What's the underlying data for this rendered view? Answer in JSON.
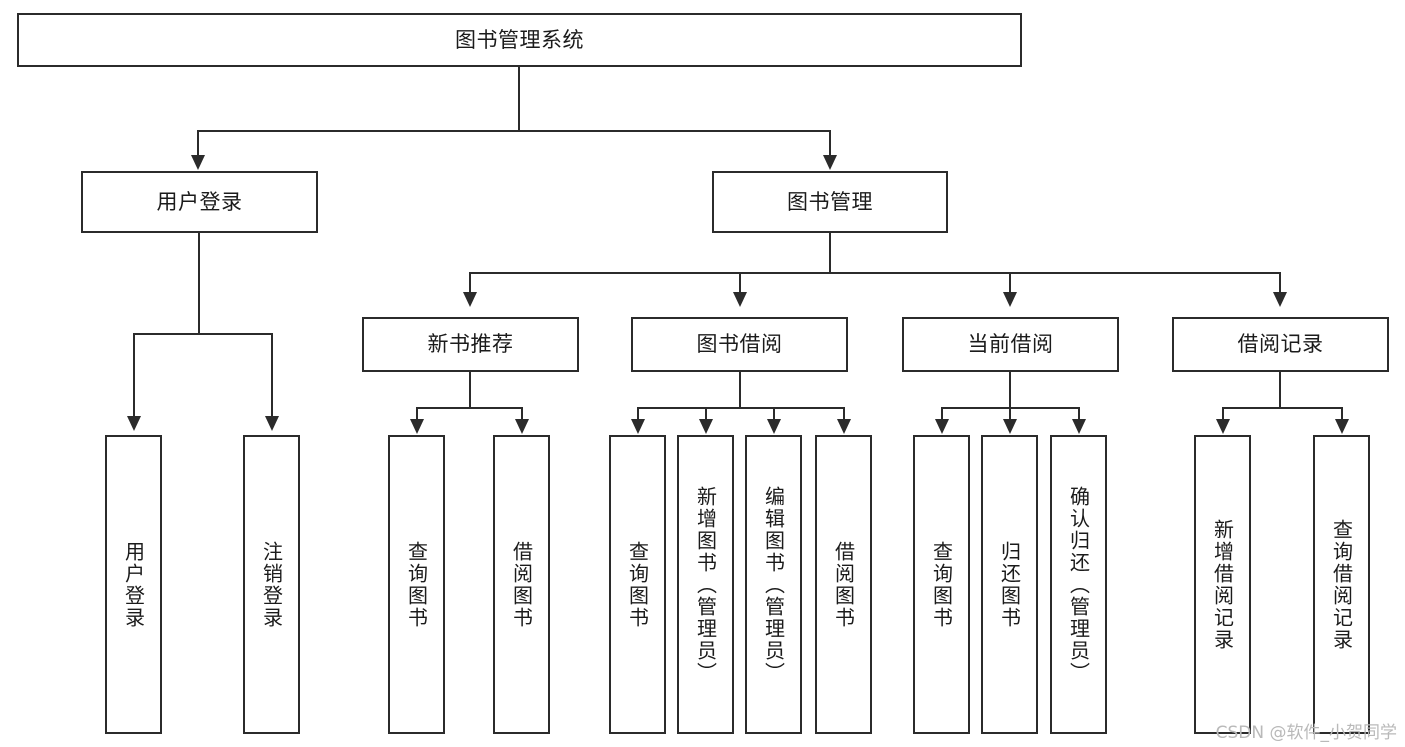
{
  "diagram": {
    "title": "图书管理系统",
    "type": "tree",
    "root": {
      "id": "root",
      "label": "图书管理系统"
    },
    "level1": [
      {
        "id": "user-login",
        "label": "用户登录"
      },
      {
        "id": "book-management",
        "label": "图书管理"
      }
    ],
    "level2": [
      {
        "id": "new-book-recommend",
        "label": "新书推荐",
        "parent": "book-management"
      },
      {
        "id": "book-borrow",
        "label": "图书借阅",
        "parent": "book-management"
      },
      {
        "id": "current-borrow",
        "label": "当前借阅",
        "parent": "book-management"
      },
      {
        "id": "borrow-record",
        "label": "借阅记录",
        "parent": "book-management"
      }
    ],
    "leaves": {
      "user-login": [
        {
          "id": "leaf-user-login",
          "label": "用户登录"
        },
        {
          "id": "leaf-user-logout",
          "label": "注销登录"
        }
      ],
      "new-book-recommend": [
        {
          "id": "leaf-query-book-1",
          "label": "查询图书"
        },
        {
          "id": "leaf-borrow-book-1",
          "label": "借阅图书"
        }
      ],
      "book-borrow": [
        {
          "id": "leaf-query-book-2",
          "label": "查询图书"
        },
        {
          "id": "leaf-add-book",
          "label": "新增图书（管理员）"
        },
        {
          "id": "leaf-edit-book",
          "label": "编辑图书（管理员）"
        },
        {
          "id": "leaf-borrow-book-2",
          "label": "借阅图书"
        }
      ],
      "current-borrow": [
        {
          "id": "leaf-query-book-3",
          "label": "查询图书"
        },
        {
          "id": "leaf-return-book",
          "label": "归还图书"
        },
        {
          "id": "leaf-confirm-return",
          "label": "确认归还（管理员）"
        }
      ],
      "borrow-record": [
        {
          "id": "leaf-add-borrow-record",
          "label": "新增借阅记录"
        },
        {
          "id": "leaf-query-borrow-record",
          "label": "查询借阅记录"
        }
      ]
    }
  },
  "watermark": {
    "text": "CSDN @软件_小贺同学"
  },
  "colors": {
    "stroke": "#2b2b2b",
    "background": "#ffffff",
    "text": "#1b1b1b",
    "watermark": "#b9b9b9"
  }
}
